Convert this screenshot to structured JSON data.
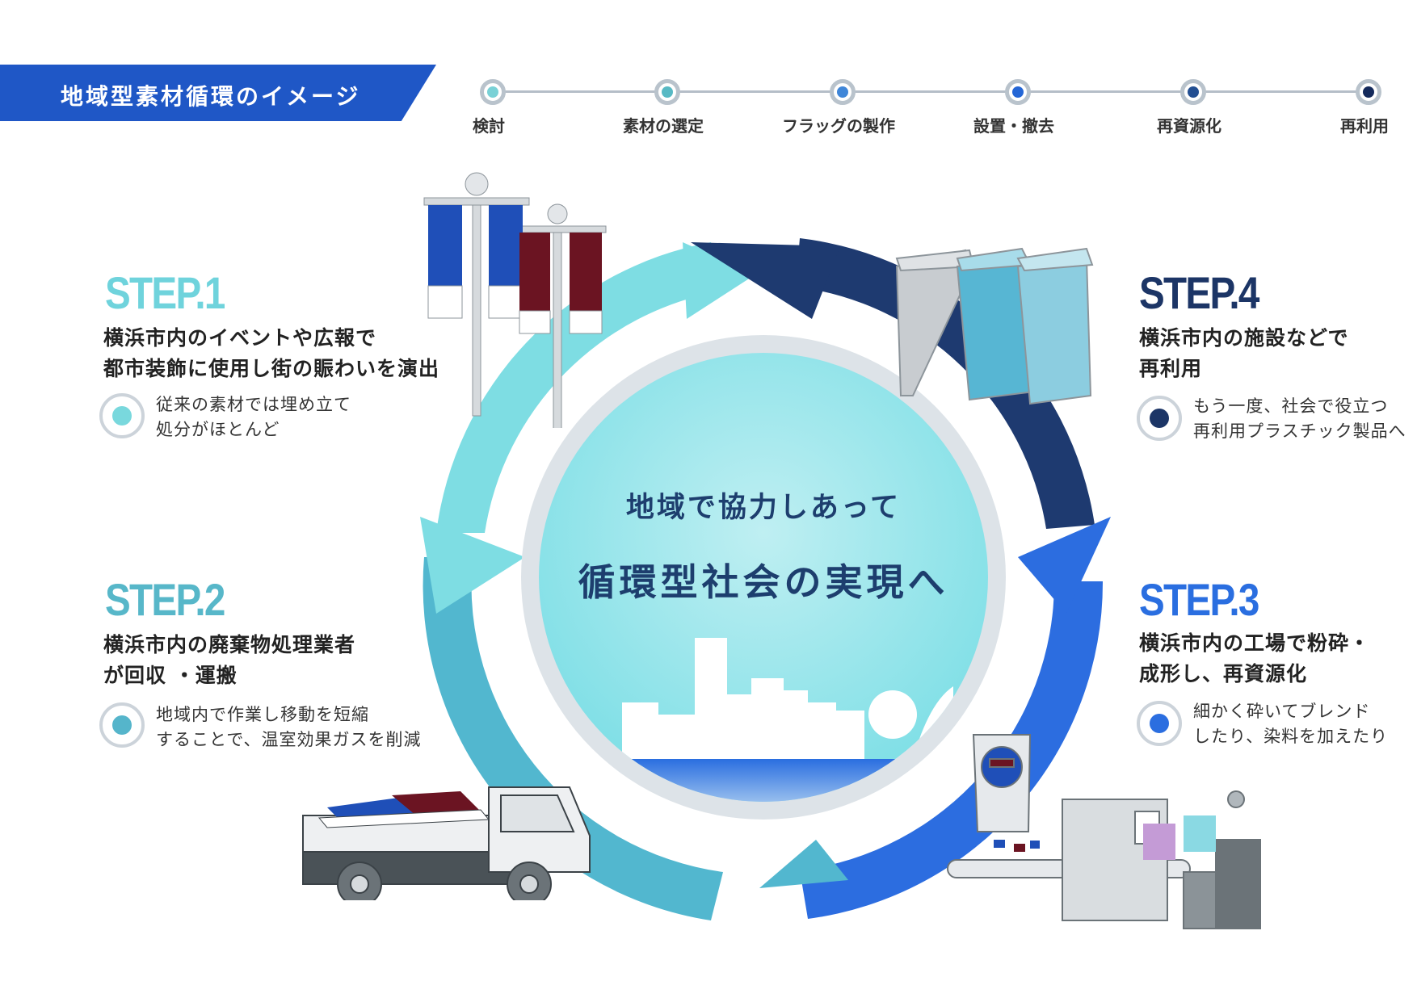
{
  "header": {
    "title": "地域型素材循環のイメージ"
  },
  "timeline": {
    "steps": [
      {
        "label": "検討",
        "color": "#79d1d6"
      },
      {
        "label": "素材の選定",
        "color": "#57b9c4"
      },
      {
        "label": "フラッグの製作",
        "color": "#3f86d8"
      },
      {
        "label": "設置・撤去",
        "color": "#2466d6"
      },
      {
        "label": "再資源化",
        "color": "#234f92"
      },
      {
        "label": "再利用",
        "color": "#142a5c"
      }
    ]
  },
  "steps": {
    "step1": {
      "title": "STEP.1",
      "color": "#6fd3dc",
      "line1": "横浜市内のイベントや広報で",
      "line2": "都市装飾に使用し街の賑わいを演出",
      "sub1": "従来の素材では埋め立て",
      "sub2": "処分がほとんど",
      "dot": "#79d8dd"
    },
    "step2": {
      "title": "STEP.2",
      "color": "#57b7c9",
      "line1": "横浜市内の廃棄物処理業者",
      "line2": "が回収 ・運搬",
      "sub1": "地域内で作業し移動を短縮",
      "sub2": "することで、温室効果ガスを削減",
      "dot": "#55b5cb"
    },
    "step3": {
      "title": "STEP.3",
      "color": "#2a6ee0",
      "line1": "横浜市内の工場で粉砕・",
      "line2": "成形し、再資源化",
      "sub1": "細かく砕いてブレンド",
      "sub2": "したり、染料を加えたり",
      "dot": "#2b6ee0"
    },
    "step4": {
      "title": "STEP.4",
      "color": "#1c3566",
      "line1": "横浜市内の施設などで",
      "line2": "再利用",
      "sub1": "もう一度、社会で役立つ",
      "sub2": "再利用プラスチック製品へ",
      "dot": "#1c3566"
    }
  },
  "center": {
    "line1": "地域で協力しあって",
    "line2": "循環型社会の実現へ"
  }
}
